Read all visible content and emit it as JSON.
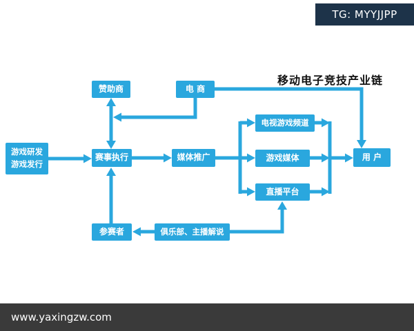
{
  "badge": {
    "label": "TG: MYYJJPP"
  },
  "footer": {
    "url": "www.yaxingzw.com"
  },
  "diagram": {
    "title": "移动电子竞技产业链",
    "nodes": {
      "dev": {
        "line1": "游戏研发",
        "line2": "游戏发行"
      },
      "sponsor": {
        "label": "赞助商"
      },
      "ecommerce": {
        "label": "电 商"
      },
      "event": {
        "label": "赛事执行"
      },
      "media": {
        "label": "媒体推广"
      },
      "tv": {
        "label": "电视游戏频道"
      },
      "gamemedia": {
        "label": "游戏媒体"
      },
      "live": {
        "label": "直播平台"
      },
      "user": {
        "label": "用 户"
      },
      "participant": {
        "label": "参赛者"
      },
      "club": {
        "label": "俱乐部、主播解说"
      }
    },
    "edges": [
      {
        "from": "游戏研发/游戏发行",
        "to": "赛事执行",
        "direction": "right"
      },
      {
        "from": "赞助商",
        "to": "赛事执行",
        "direction": "both"
      },
      {
        "from": "电 商",
        "to": "赞助商-赛事执行连线",
        "direction": "left"
      },
      {
        "from": "电 商",
        "to": "用 户",
        "direction": "down"
      },
      {
        "from": "赛事执行",
        "to": "媒体推广",
        "direction": "right"
      },
      {
        "from": "媒体推广",
        "to": "电视游戏频道",
        "direction": "right"
      },
      {
        "from": "媒体推广",
        "to": "游戏媒体",
        "direction": "right"
      },
      {
        "from": "媒体推广",
        "to": "直播平台",
        "direction": "right"
      },
      {
        "from": "电视游戏频道",
        "to": "用 户",
        "direction": "right"
      },
      {
        "from": "游戏媒体",
        "to": "用 户",
        "direction": "right"
      },
      {
        "from": "直播平台",
        "to": "用 户",
        "direction": "right"
      },
      {
        "from": "参赛者",
        "to": "赛事执行",
        "direction": "up"
      },
      {
        "from": "俱乐部、主播解说",
        "to": "参赛者",
        "direction": "left"
      },
      {
        "from": "俱乐部、主播解说",
        "to": "直播平台",
        "direction": "up"
      }
    ]
  },
  "colors": {
    "node_blue": "#2aa7de",
    "arrow_blue": "#2aa7de",
    "badge_bg": "#1d3349",
    "footer_bg": "#3a3a3a",
    "title_color": "#111111"
  }
}
